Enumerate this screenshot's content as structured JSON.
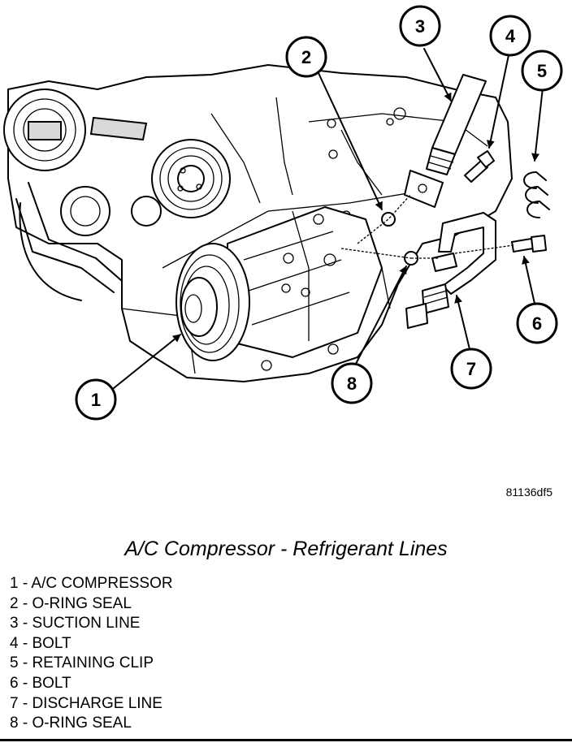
{
  "figure_code": "81136df5",
  "caption": "A/C Compressor - Refrigerant Lines",
  "legend": [
    "1 - A/C COMPRESSOR",
    "2 - O-RING SEAL",
    "3 - SUCTION LINE",
    "4 - BOLT",
    "5 - RETAINING CLIP",
    "6 - BOLT",
    "7 - DISCHARGE LINE",
    "8 - O-RING SEAL"
  ],
  "callouts": [
    "1",
    "2",
    "3",
    "4",
    "5",
    "6",
    "7",
    "8"
  ]
}
